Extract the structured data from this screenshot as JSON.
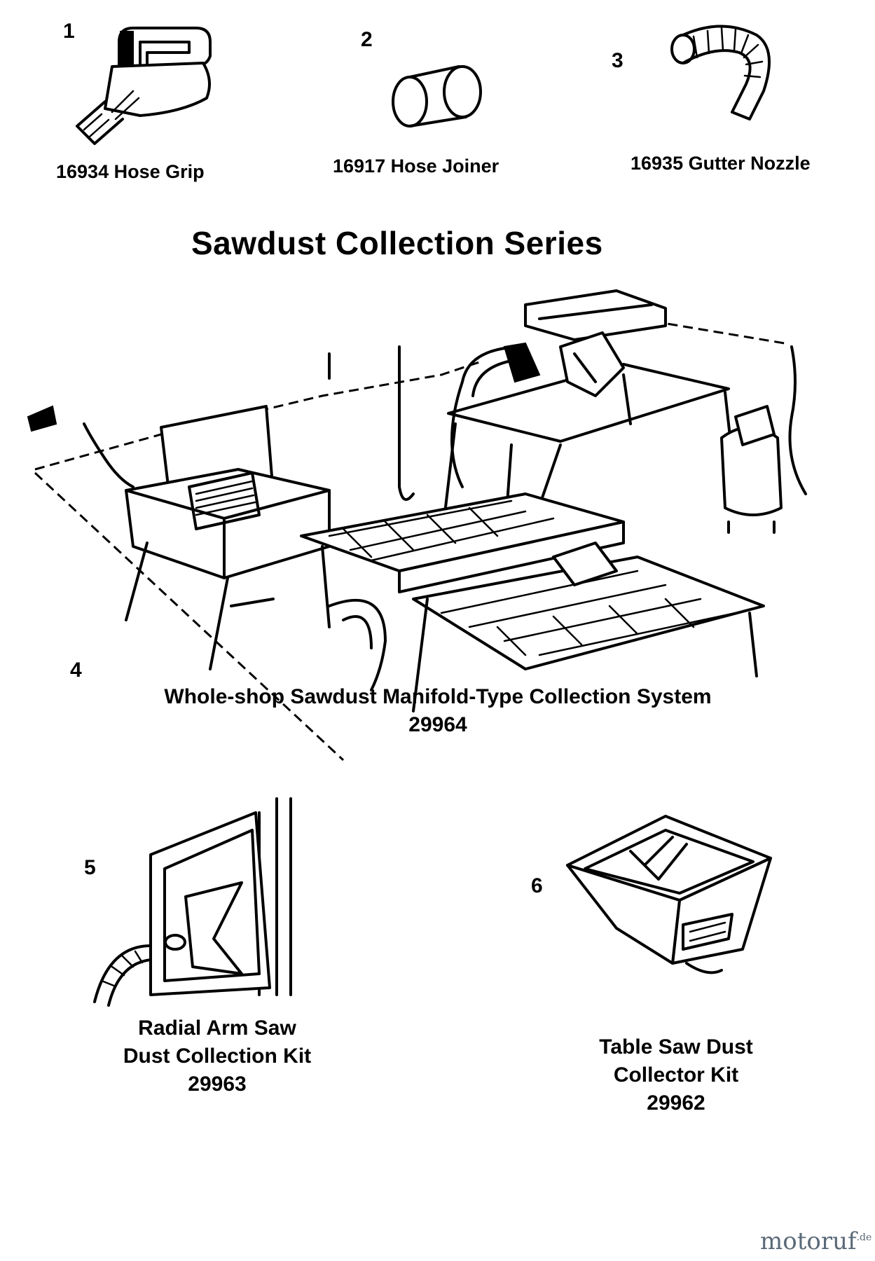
{
  "header_items": [
    {
      "number": "1",
      "caption": "16934 Hose Grip",
      "icon": "hose-grip-icon"
    },
    {
      "number": "2",
      "caption": "16917 Hose Joiner",
      "icon": "hose-joiner-icon"
    },
    {
      "number": "3",
      "caption": "16935 Gutter Nozzle",
      "icon": "gutter-nozzle-icon"
    }
  ],
  "section_title": "Sawdust Collection Series",
  "main_item": {
    "number": "4",
    "caption_line1": "Whole-shop Sawdust Manifold-Type Collection System",
    "caption_line2": "29964"
  },
  "lower_items": [
    {
      "number": "5",
      "caption_line1": "Radial Arm Saw",
      "caption_line2": "Dust Collection Kit",
      "caption_line3": "29963"
    },
    {
      "number": "6",
      "caption_line1": "Table Saw Dust",
      "caption_line2": "Collector Kit",
      "caption_line3": "29962"
    }
  ],
  "watermark": {
    "brand": "motoruf",
    "tld": ".de"
  }
}
